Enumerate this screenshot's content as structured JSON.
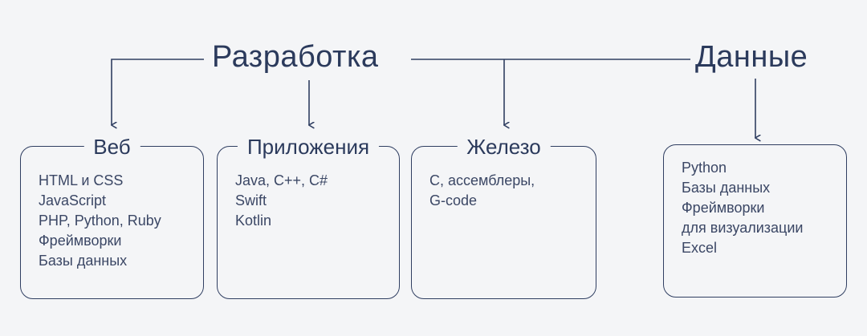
{
  "diagram": {
    "type": "tree",
    "background_color": "#f4f5f7",
    "line_color": "#2f3e61",
    "text_color": "#33405e",
    "roots": [
      {
        "id": "development",
        "label": "Разработка"
      },
      {
        "id": "data",
        "label": "Данные"
      }
    ],
    "branches": [
      {
        "id": "web",
        "title": "Веб",
        "parent": "development",
        "items": [
          "HTML и CSS",
          "JavaScript",
          "PHP, Python, Ruby",
          "Фреймворки",
          "Базы данных"
        ]
      },
      {
        "id": "apps",
        "title": "Приложения",
        "parent": "development",
        "items": [
          "Java, C++, C#",
          "Swift",
          "Kotlin"
        ]
      },
      {
        "id": "hardware",
        "title": "Железо",
        "parent": "development",
        "items": [
          "C, ассемблеры,",
          "G-code"
        ]
      },
      {
        "id": "data-tools",
        "title": "",
        "parent": "data",
        "items": [
          "Python",
          "Базы данных",
          "Фреймворки",
          "для визуализации",
          "Excel"
        ]
      }
    ]
  }
}
